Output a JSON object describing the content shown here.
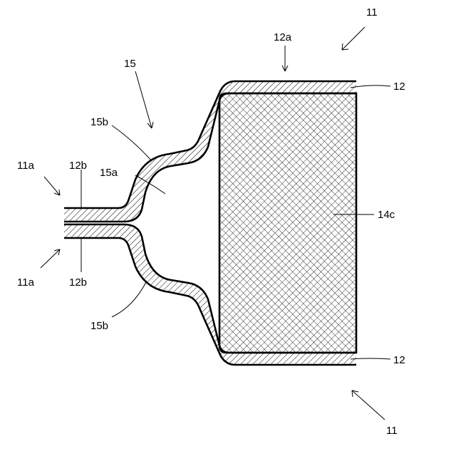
{
  "figure": {
    "labels": {
      "ref_11_top": "11",
      "ref_12a": "12a",
      "ref_15": "15",
      "ref_15b_top": "15b",
      "ref_12_top": "12",
      "ref_11a_top": "11a",
      "ref_12b_top": "12b",
      "ref_15a": "15a",
      "ref_14c": "14c",
      "ref_11a_bottom": "11a",
      "ref_12b_bottom": "12b",
      "ref_15b_bottom": "15b",
      "ref_12_bottom": "12",
      "ref_11_bottom": "11"
    },
    "colors": {
      "line": "#000000",
      "hatch": "#000000",
      "background": "#ffffff"
    }
  }
}
